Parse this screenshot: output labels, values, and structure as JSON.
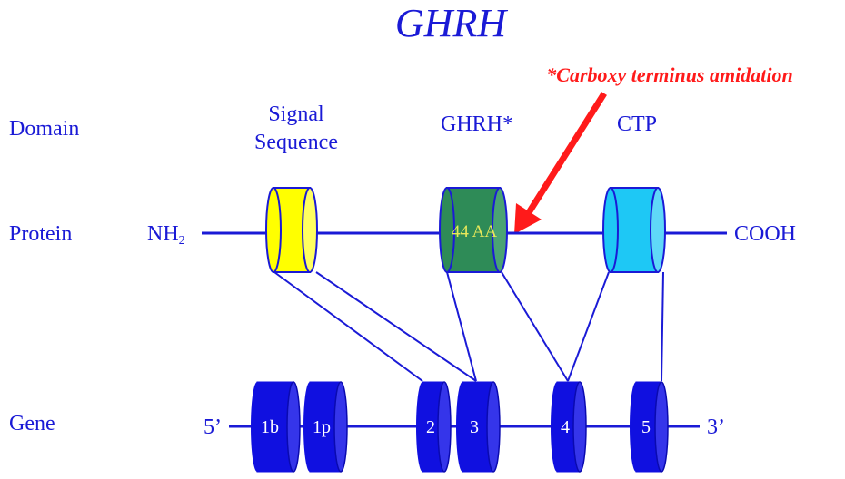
{
  "title": "GHRH",
  "note": "*Carboxy terminus amidation",
  "rows": {
    "domain": "Domain",
    "protein": "Protein",
    "gene": "Gene"
  },
  "domains": {
    "signal_line1": "Signal",
    "signal_line2": "Sequence",
    "ghrh": "GHRH*",
    "ctp": "CTP"
  },
  "protein": {
    "n_terminus": "NH",
    "n_terminus_sub": "2",
    "c_terminus": "COOH",
    "mature_length": "44 AA"
  },
  "gene": {
    "five_prime": "5’",
    "three_prime": "3’",
    "exons": [
      "1b",
      "1p",
      "2",
      "3",
      "4",
      "5"
    ]
  },
  "colors": {
    "text": "#1a1ad6",
    "line": "#1a1ad6",
    "exon": "#1010e0",
    "signal_peptide": "#ffff00",
    "ghrh_peptide": "#2e8b57",
    "ctp_peptide": "#1ec8f5",
    "note": "#ff1a1a"
  }
}
